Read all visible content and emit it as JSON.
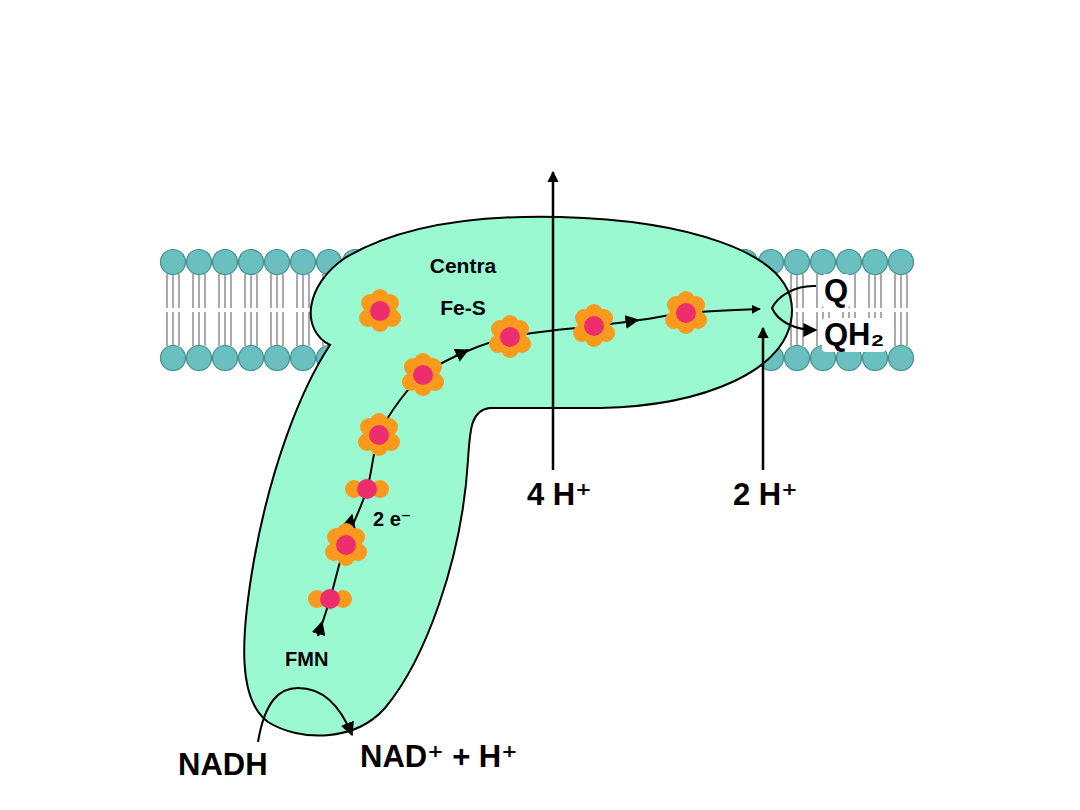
{
  "diagram": {
    "nodes": [
      {
        "text": [
          "Centra Fe-S",
          "2 e⁻",
          "FMN"
        ]
      }
    ],
    "labels": [
      "NADH",
      "NAD⁺ + H⁺",
      "4 H⁺",
      "2 H⁺",
      "Q",
      "QH₂"
    ]
  }
}
